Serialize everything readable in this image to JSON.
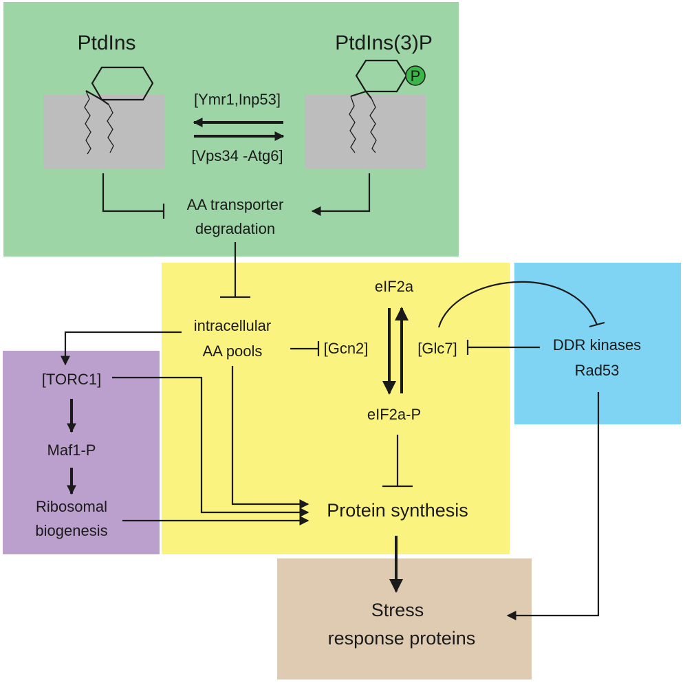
{
  "colors": {
    "green_panel": "#9dd5a6",
    "yellow_panel": "#fbf380",
    "purple_panel": "#bb9fcc",
    "blue_panel": "#7fd3f3",
    "tan_panel": "#dfcbb1",
    "membrane": "#bdbdbd",
    "phosphate": "#3cb54a",
    "ink": "#1a1a1a"
  },
  "lipids": {
    "left_title": "PtdIns",
    "right_title": "PtdIns(3)P",
    "phosphate_label": "P"
  },
  "enzymes": {
    "top": "[Ymr1,Inp53]",
    "bottom": "[Vps34 -Atg6]"
  },
  "nodes": {
    "aa_degradation_line1": "AA transporter",
    "aa_degradation_line2": "degradation",
    "aa_pools_line1": "intracellular",
    "aa_pools_line2": "AA pools",
    "gcn2": "[Gcn2]",
    "glc7": "[Glc7]",
    "eif2a": "eIF2a",
    "eif2a_p": "eIF2a-P",
    "protein_synthesis": "Protein synthesis",
    "ddr_line1": "DDR kinases",
    "ddr_line2": "Rad53",
    "torc1": "[TORC1]",
    "maf1p": "Maf1-P",
    "ribosomal_line1": "Ribosomal",
    "ribosomal_line2": "biogenesis",
    "stress_line1": "Stress",
    "stress_line2": "response proteins"
  }
}
